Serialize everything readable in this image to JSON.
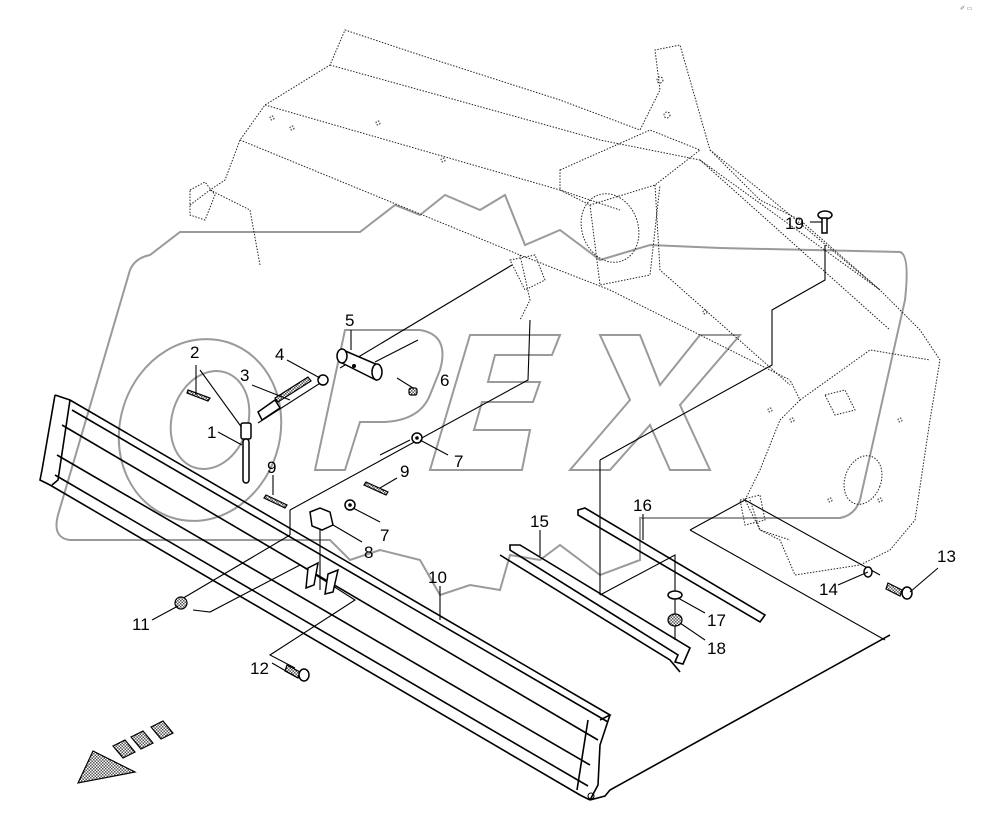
{
  "diagram": {
    "type": "exploded-parts-view",
    "watermark": "OPEX",
    "corner_mark": "✐ ▭",
    "direction_arrow": "travel-direction-arrow",
    "callouts": [
      {
        "id": "1",
        "label": "1",
        "part": "clevis-pin"
      },
      {
        "id": "2",
        "label": "2",
        "part": "split-pin"
      },
      {
        "id": "3",
        "label": "3",
        "part": "threaded-rod-eye"
      },
      {
        "id": "4",
        "label": "4",
        "part": "nut"
      },
      {
        "id": "5",
        "label": "5",
        "part": "sleeve"
      },
      {
        "id": "6",
        "label": "6",
        "part": "grease-nipple"
      },
      {
        "id": "7a",
        "label": "7",
        "part": "washer"
      },
      {
        "id": "7b",
        "label": "7",
        "part": "washer"
      },
      {
        "id": "8",
        "label": "8",
        "part": "bracket"
      },
      {
        "id": "9a",
        "label": "9",
        "part": "roll-pin"
      },
      {
        "id": "9b",
        "label": "9",
        "part": "roll-pin"
      },
      {
        "id": "10",
        "label": "10",
        "part": "deflector-plate"
      },
      {
        "id": "11",
        "label": "11",
        "part": "lock-nut"
      },
      {
        "id": "12",
        "label": "12",
        "part": "carriage-bolt"
      },
      {
        "id": "13",
        "label": "13",
        "part": "bolt"
      },
      {
        "id": "14",
        "label": "14",
        "part": "washer"
      },
      {
        "id": "15",
        "label": "15",
        "part": "channel-strip"
      },
      {
        "id": "16",
        "label": "16",
        "part": "flat-strip"
      },
      {
        "id": "17",
        "label": "17",
        "part": "washer"
      },
      {
        "id": "18",
        "label": "18",
        "part": "nut"
      },
      {
        "id": "19",
        "label": "19",
        "part": "carriage-bolt"
      }
    ]
  }
}
